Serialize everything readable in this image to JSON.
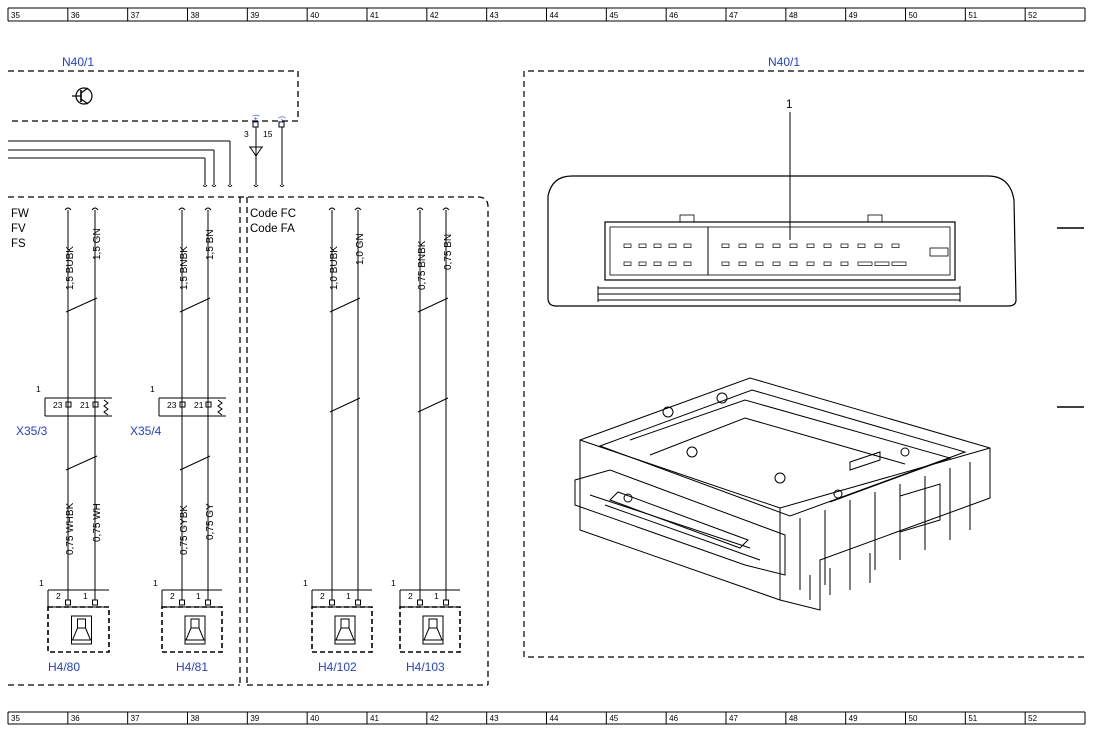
{
  "ruler": {
    "ticks": [
      "35",
      "36",
      "37",
      "38",
      "39",
      "40",
      "41",
      "42",
      "43",
      "44",
      "45",
      "46",
      "47",
      "48",
      "49",
      "50",
      "51",
      "52"
    ]
  },
  "control_unit": {
    "label_left": "N40/1",
    "label_right": "N40/1",
    "pin_plus": "3",
    "pin_minus": "15",
    "plus_symbol": "(+)",
    "minus_symbol": "(-)"
  },
  "codes": {
    "fw": "FW",
    "fv": "FV",
    "fs": "FS",
    "code_fc": "Code FC",
    "code_fa": "Code FA"
  },
  "wires": {
    "w1": "1,5 BUBK",
    "w2": "1,5 GN",
    "w3": "1,5 BNBK",
    "w4": "1,5 BN",
    "w5": "1,0 BUBK",
    "w6": "1,0 GN",
    "w7": "0,75 BNBK",
    "w8": "0,75 BN",
    "w9": "0,75 WHBK",
    "w10": "0,75 WH",
    "w11": "0,75 GYBK",
    "w12": "0,75 GY"
  },
  "connectors": {
    "x35_3": {
      "label": "X35/3",
      "pin_a": "23",
      "pin_b": "21",
      "index": "1"
    },
    "x35_4": {
      "label": "X35/4",
      "pin_a": "23",
      "pin_b": "21",
      "index": "1"
    }
  },
  "speakers": [
    {
      "label": "H4/80",
      "pin_a": "2",
      "pin_b": "1",
      "index": "1"
    },
    {
      "label": "H4/81",
      "pin_a": "2",
      "pin_b": "1",
      "index": "1"
    },
    {
      "label": "H4/102",
      "pin_a": "2",
      "pin_b": "1",
      "index": "1"
    },
    {
      "label": "H4/103",
      "pin_a": "2",
      "pin_b": "1",
      "index": "1"
    }
  ],
  "illustration": {
    "callout": "1"
  },
  "colors": {
    "label_blue": "#1f3fd6",
    "line": "#000000"
  }
}
